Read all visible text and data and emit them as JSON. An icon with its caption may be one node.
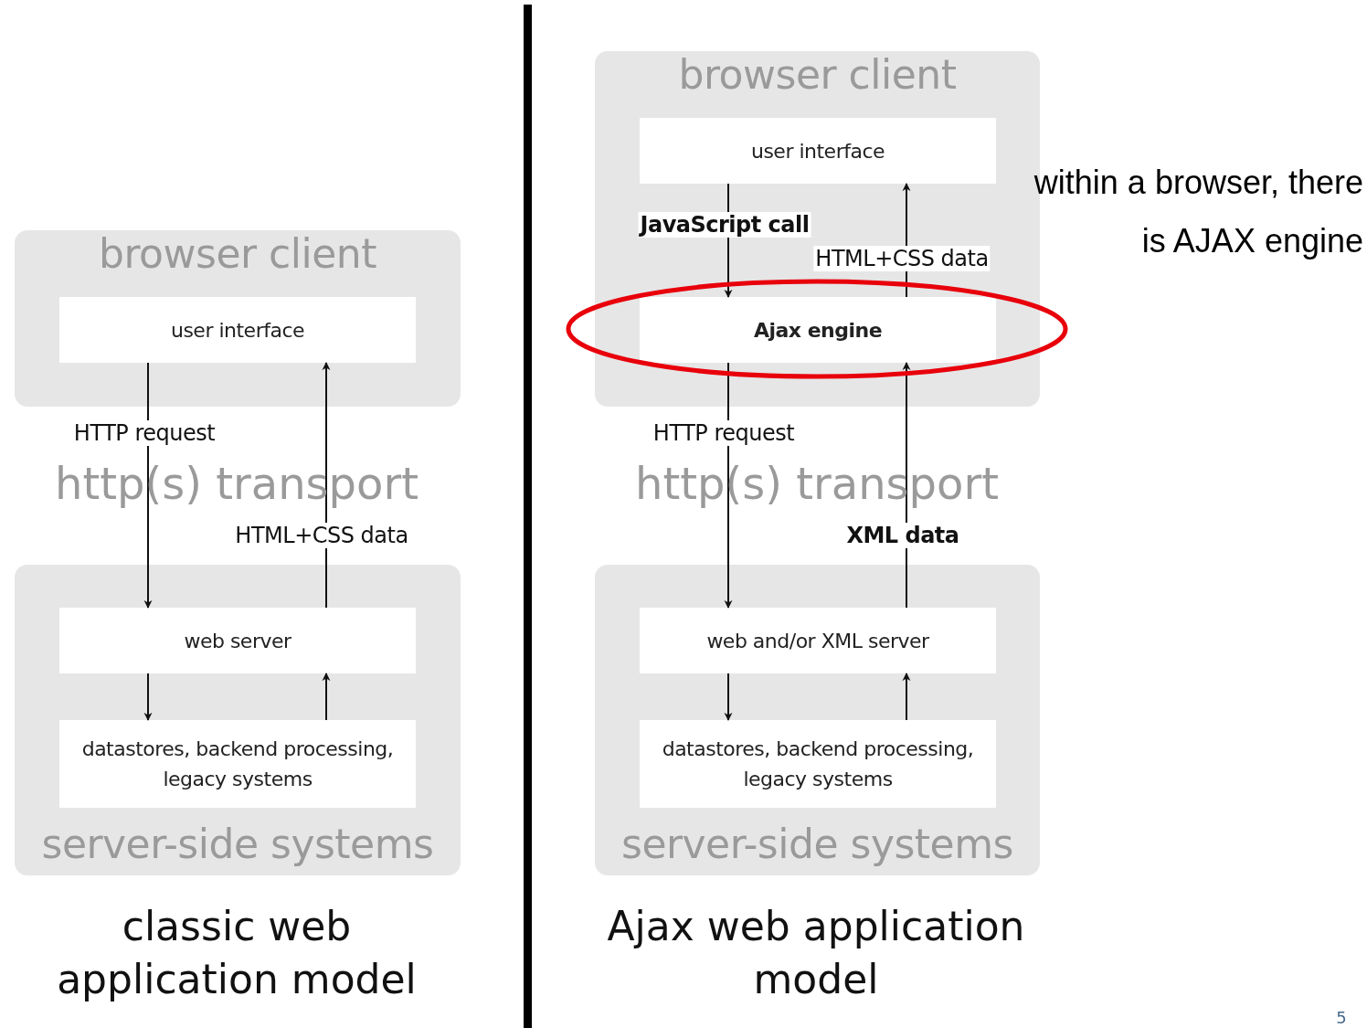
{
  "diagram": {
    "nodes": [
      {
        "text": [
          "browser client"
        ]
      },
      {
        "text": [
          "user interface"
        ],
        "in": 0
      },
      {
        "text": [
          "server-side systems"
        ]
      },
      {
        "text": [
          "web server"
        ],
        "in": 2
      },
      {
        "text": [
          "datastores, backend processing, legacy systems"
        ],
        "in": 2
      },
      {
        "text": [
          "browser client"
        ]
      },
      {
        "text": [
          "user interface"
        ],
        "in": 5
      },
      {
        "text": [
          "Ajax engine"
        ],
        "in": 5
      },
      {
        "text": [
          "server-side systems"
        ]
      },
      {
        "text": [
          "web and/or XML server"
        ],
        "in": 8
      },
      {
        "text": [
          "datastores, backend processing, legacy systems"
        ],
        "in": 8
      }
    ],
    "edges": [
      {
        "from": 1,
        "to": 3,
        "arrow": "to",
        "label": "HTTP request"
      },
      {
        "from": 3,
        "to": 1,
        "arrow": "to",
        "label": "HTML+CSS data"
      },
      {
        "from": 3,
        "to": 4,
        "arrow": "to"
      },
      {
        "from": 4,
        "to": 3,
        "arrow": "to"
      },
      {
        "from": 6,
        "to": 7,
        "arrow": "to",
        "label": "JavaScript call"
      },
      {
        "from": 7,
        "to": 6,
        "arrow": "to",
        "label": "HTML+CSS data"
      },
      {
        "from": 7,
        "to": 9,
        "arrow": "to",
        "label": "HTTP request"
      },
      {
        "from": 9,
        "to": 7,
        "arrow": "to",
        "label": "XML data"
      },
      {
        "from": 9,
        "to": 10,
        "arrow": "to"
      },
      {
        "from": 10,
        "to": 9,
        "arrow": "to"
      }
    ],
    "labels": [
      "http(s) transport",
      "http(s) transport",
      "within a browser, there is AJAX engine",
      "classic web application model",
      "Ajax web application model",
      "5"
    ]
  }
}
